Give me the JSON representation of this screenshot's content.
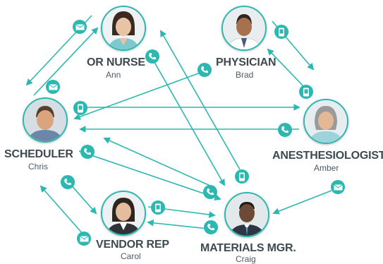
{
  "people": [
    {
      "id": "or_nurse",
      "role": "OR NURSE",
      "name": "Ann"
    },
    {
      "id": "physician",
      "role": "PHYSICIAN",
      "name": "Brad"
    },
    {
      "id": "scheduler",
      "role": "SCHEDULER",
      "name": "Chris"
    },
    {
      "id": "anesthesiologist",
      "role": "ANESTHESIOLOGIST",
      "name": "Amber"
    },
    {
      "id": "vendor_rep",
      "role": "VENDOR REP",
      "name": "Carol"
    },
    {
      "id": "materials_mgr",
      "role": "MATERIALS MGR.",
      "name": "Craig"
    }
  ],
  "colors": {
    "accent": "#2bb8b0",
    "text_dark": "#3d4a52",
    "text_light": "#4d5a62"
  },
  "icons": [
    "email-icon",
    "phone-icon",
    "mobile-icon"
  ]
}
